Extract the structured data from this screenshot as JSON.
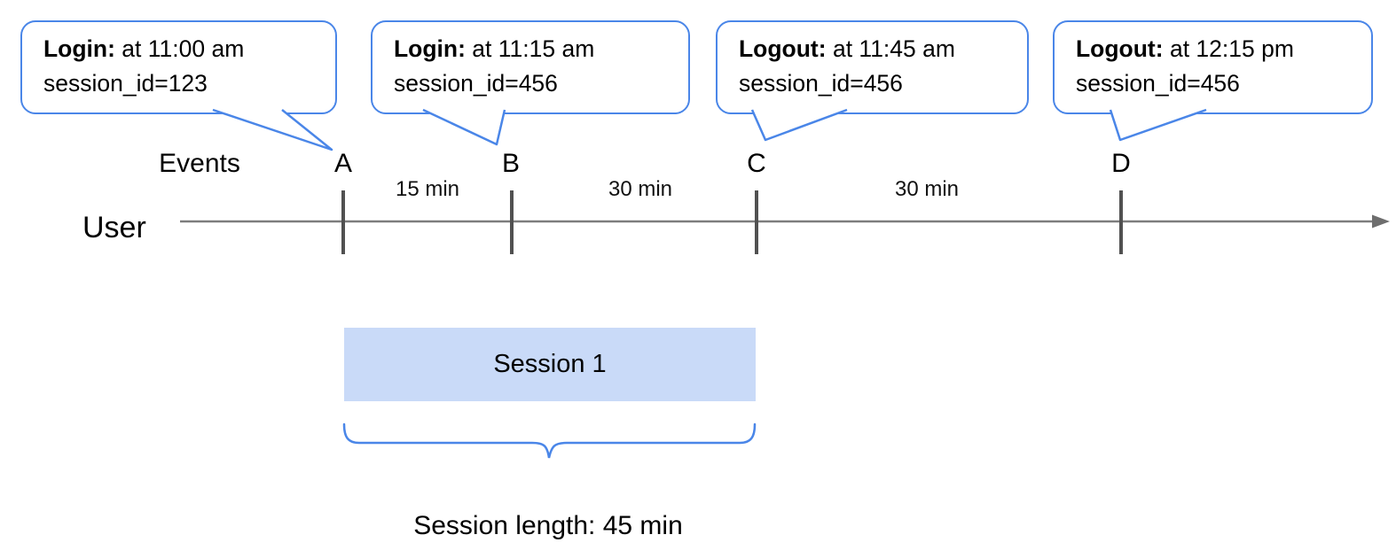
{
  "callouts": [
    {
      "action": "Login:",
      "time": " at 11:00 am",
      "session": "session_id=123"
    },
    {
      "action": "Login:",
      "time": " at 11:15 am",
      "session": "session_id=456"
    },
    {
      "action": "Logout:",
      "time": " at 11:45 am",
      "session": "session_id=456"
    },
    {
      "action": "Logout:",
      "time": " at 12:15 pm",
      "session": "session_id=456"
    }
  ],
  "timeline": {
    "user_label": "User",
    "events_label": "Events",
    "events": [
      {
        "label": "A"
      },
      {
        "label": "B"
      },
      {
        "label": "C"
      },
      {
        "label": "D"
      }
    ],
    "intervals": [
      {
        "label": "15 min"
      },
      {
        "label": "30 min"
      },
      {
        "label": "30 min"
      }
    ]
  },
  "session": {
    "box_label": "Session 1",
    "length_label": "Session length: 45 min"
  },
  "colors": {
    "accent_blue": "#4a86e8",
    "session_fill": "#c9daf8",
    "axis_gray": "#7d7d7d",
    "arrow_gray": "#6e6e6e",
    "tick_gray": "#515151",
    "text_black": "#000000"
  }
}
